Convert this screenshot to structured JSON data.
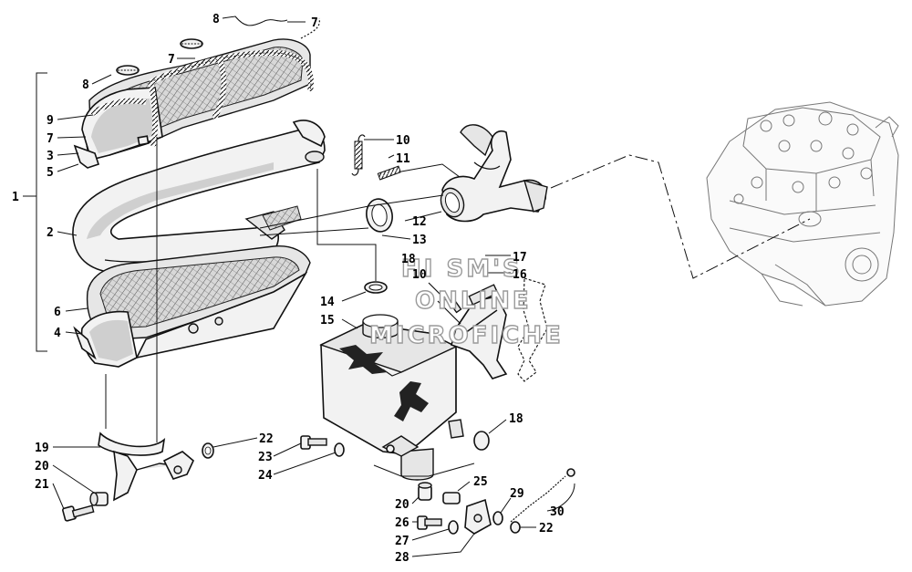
{
  "watermark": {
    "line1": "HI SM'S",
    "line2": "ONLINE",
    "line3": "MICROFICHE"
  },
  "callouts": [
    {
      "id": "c8a",
      "text": "8"
    },
    {
      "id": "c7a",
      "text": "7"
    },
    {
      "id": "c7b",
      "text": "7"
    },
    {
      "id": "c8b",
      "text": "8"
    },
    {
      "id": "c9",
      "text": "9"
    },
    {
      "id": "c7c",
      "text": "7"
    },
    {
      "id": "c3",
      "text": "3"
    },
    {
      "id": "c5",
      "text": "5"
    },
    {
      "id": "c1",
      "text": "1"
    },
    {
      "id": "c2",
      "text": "2"
    },
    {
      "id": "c6",
      "text": "6"
    },
    {
      "id": "c4",
      "text": "4"
    },
    {
      "id": "c10a",
      "text": "10"
    },
    {
      "id": "c11",
      "text": "11"
    },
    {
      "id": "c12",
      "text": "12"
    },
    {
      "id": "c13",
      "text": "13"
    },
    {
      "id": "c17",
      "text": "17"
    },
    {
      "id": "c18a",
      "text": "18"
    },
    {
      "id": "c10b",
      "text": "10"
    },
    {
      "id": "c16",
      "text": "16"
    },
    {
      "id": "c14",
      "text": "14"
    },
    {
      "id": "c15",
      "text": "15"
    },
    {
      "id": "c18b",
      "text": "18"
    },
    {
      "id": "c19",
      "text": "19"
    },
    {
      "id": "c20a",
      "text": "20"
    },
    {
      "id": "c21",
      "text": "21"
    },
    {
      "id": "c22a",
      "text": "22"
    },
    {
      "id": "c23",
      "text": "23"
    },
    {
      "id": "c24",
      "text": "24"
    },
    {
      "id": "c25",
      "text": "25"
    },
    {
      "id": "c20b",
      "text": "20"
    },
    {
      "id": "c26",
      "text": "26"
    },
    {
      "id": "c27",
      "text": "27"
    },
    {
      "id": "c28",
      "text": "28"
    },
    {
      "id": "c29",
      "text": "29"
    },
    {
      "id": "c30",
      "text": "30"
    },
    {
      "id": "c22b",
      "text": "22"
    }
  ]
}
